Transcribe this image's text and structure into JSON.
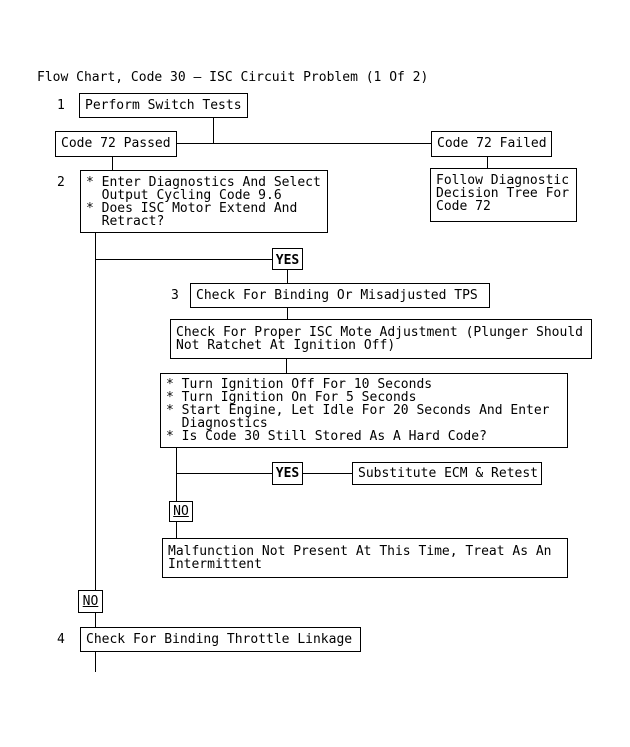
{
  "title": "Flow Chart, Code 30 – ISC Circuit Problem (1 Of 2)",
  "colors": {
    "line": "#000000",
    "text": "#000000",
    "background": "#ffffff"
  },
  "nodes": {
    "step1": {
      "number": "1",
      "label": "Perform Switch Tests"
    },
    "code72_passed": {
      "label": "Code 72 Passed"
    },
    "code72_failed": {
      "label": "Code 72 Failed"
    },
    "step2": {
      "number": "2",
      "label": "* Enter Diagnostics And Select\n  Output Cycling Code 9.6\n* Does ISC Motor Extend And\n  Retract?"
    },
    "follow_tree": {
      "label": "Follow Diagnostic\nDecision Tree For\nCode 72"
    },
    "yes_branch_1": {
      "label": "YES"
    },
    "step3": {
      "number": "3",
      "label": "Check For Binding Or Misadjusted TPS"
    },
    "isc_motor_adjustment": {
      "label": "Check For Proper ISC Mote Adjustment (Plunger Should\nNot Ratchet At Ignition Off)"
    },
    "ignition_cycle_test": {
      "label": "* Turn Ignition Off For 10 Seconds\n* Turn Ignition On For 5 Seconds\n* Start Engine, Let Idle For 20 Seconds And Enter\n  Diagnostics\n* Is Code 30 Still Stored As A Hard Code?"
    },
    "yes_branch_2": {
      "label": "YES"
    },
    "substitute_ecm": {
      "label": "Substitute ECM & Retest"
    },
    "no_branch_1": {
      "label": "NO"
    },
    "malfunction_intermittent": {
      "label": "Malfunction Not Present At This Time, Treat As An\nIntermittent"
    },
    "no_branch_2": {
      "label": "NO"
    },
    "step4": {
      "number": "4",
      "label": "Check For Binding Throttle Linkage"
    }
  }
}
